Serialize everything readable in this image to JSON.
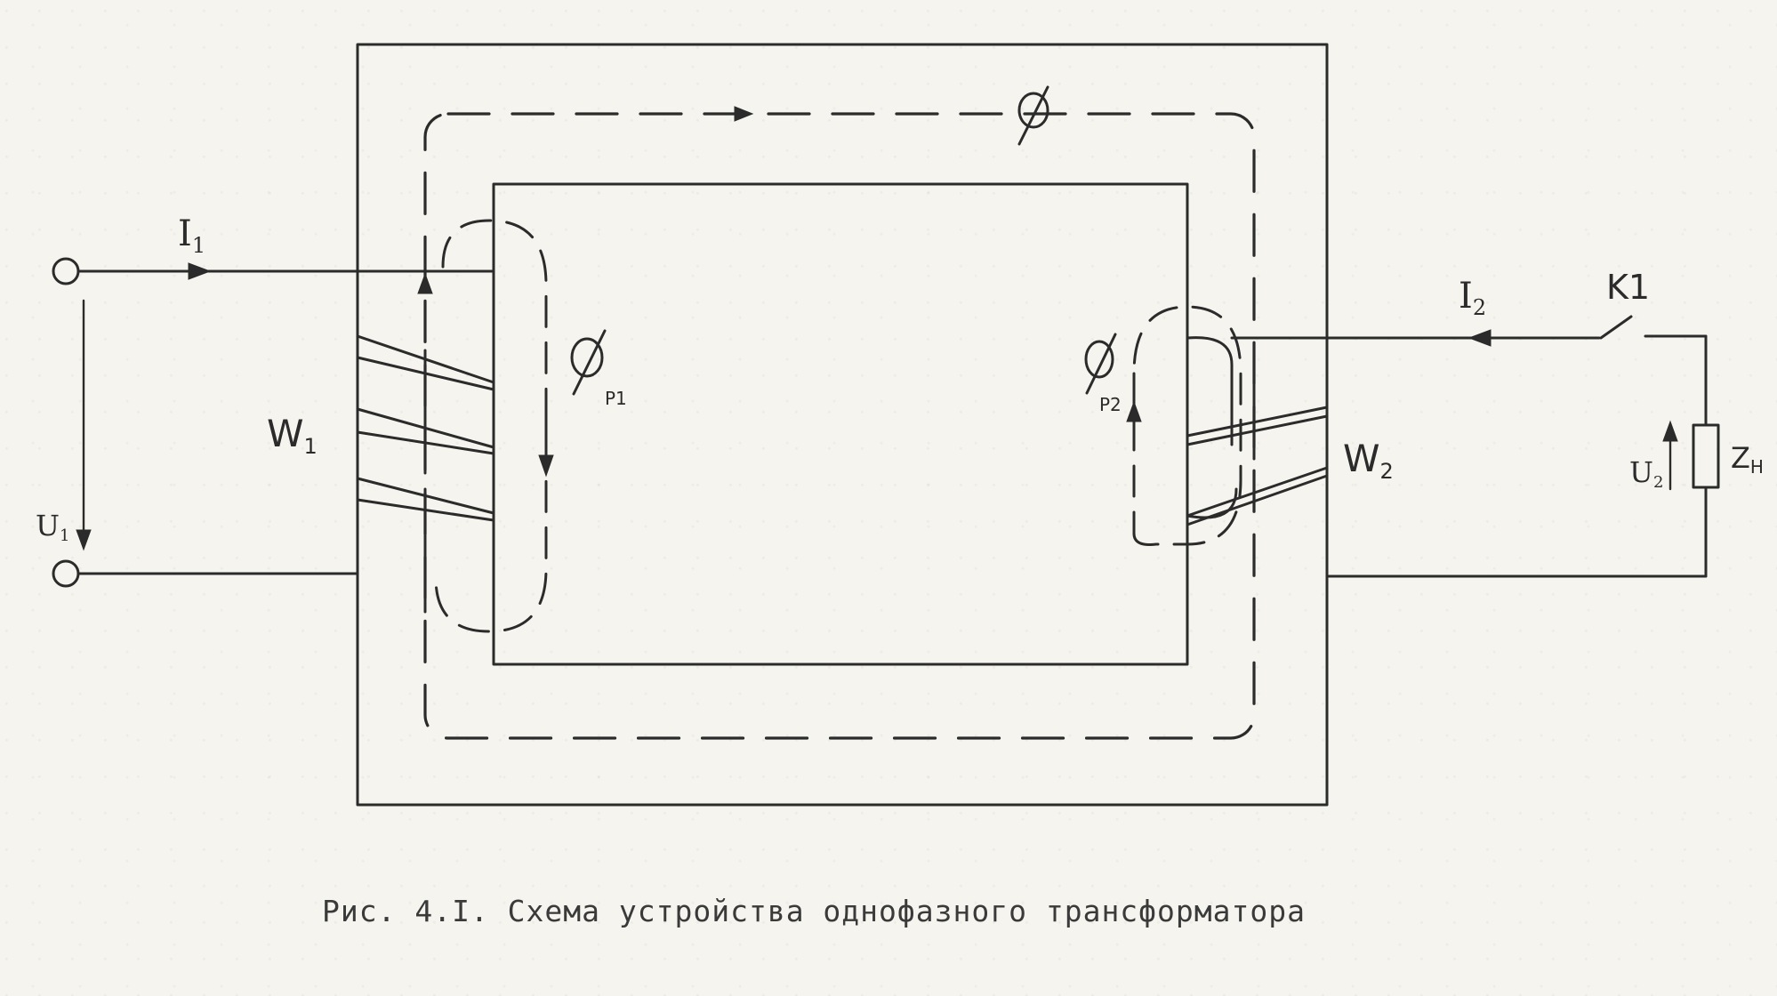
{
  "diagram": {
    "caption": "Рис. 4.I. Схема устройства однофазного трансформатора",
    "labels": {
      "main_flux": "Φ",
      "primary_current": "I",
      "primary_current_sub": "1",
      "secondary_current": "I",
      "secondary_current_sub": "2",
      "primary_winding": "W",
      "primary_winding_sub": "1",
      "secondary_winding": "W",
      "secondary_winding_sub": "2",
      "primary_voltage": "U",
      "primary_voltage_sub": "1",
      "secondary_voltage": "U",
      "secondary_voltage_sub": "2",
      "leakage_flux_primary": "Φ",
      "leakage_flux_primary_sub": "P1",
      "leakage_flux_secondary": "Φ",
      "leakage_flux_secondary_sub": "P2",
      "switch": "K1",
      "load": "Z",
      "load_sub": "Н"
    }
  }
}
